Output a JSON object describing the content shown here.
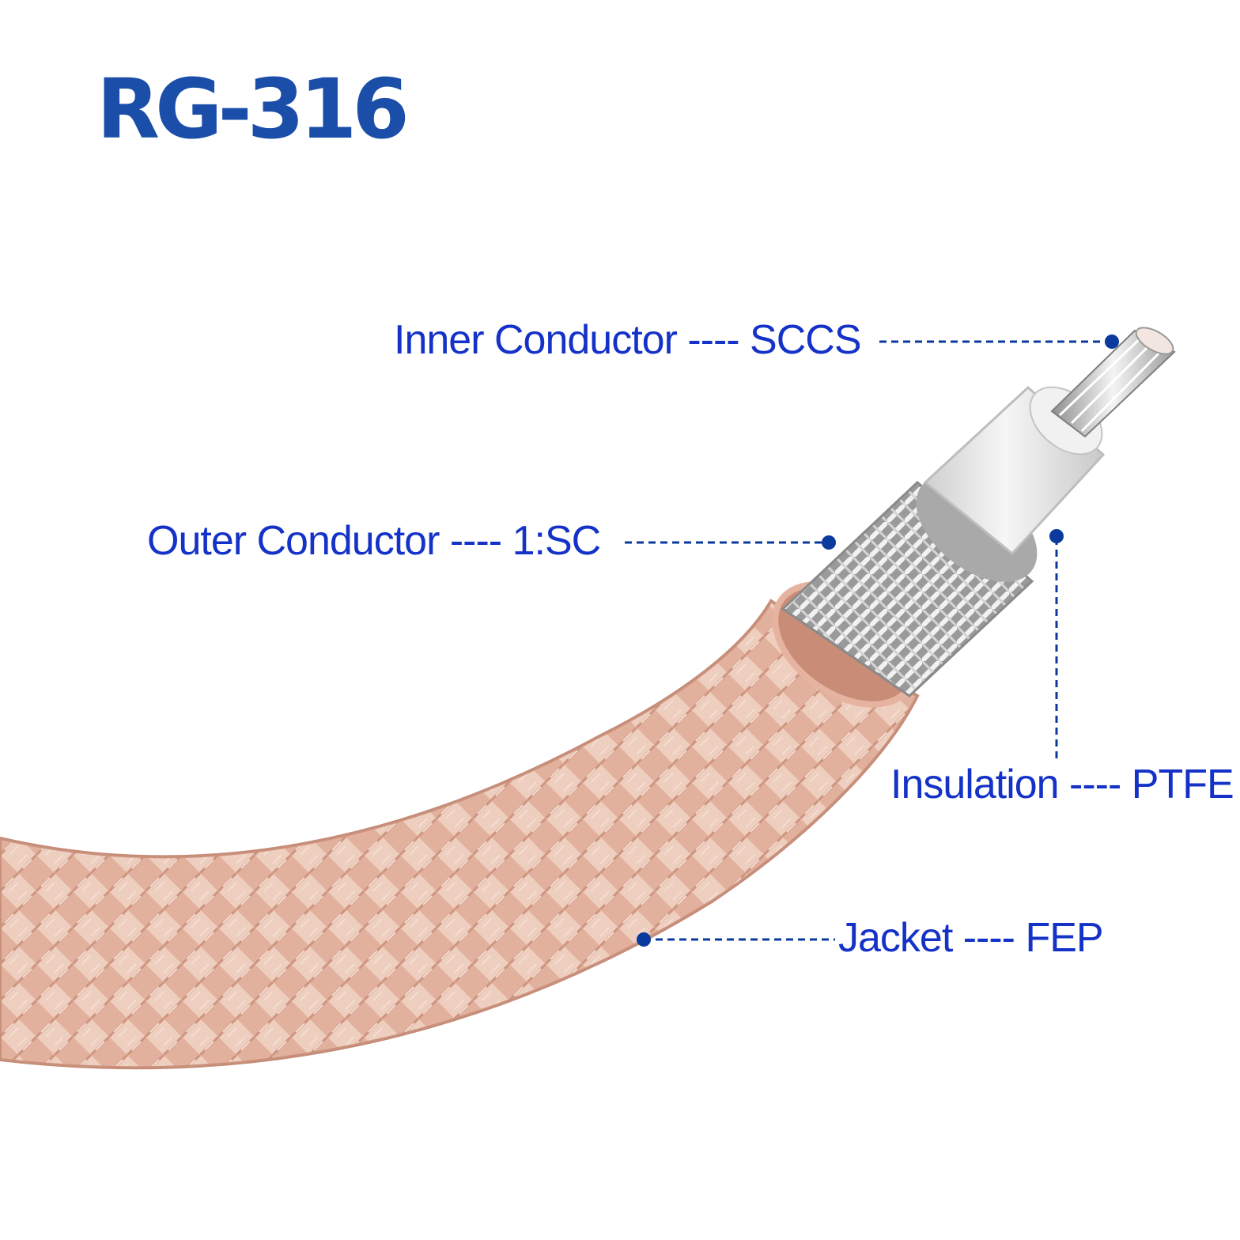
{
  "title": "RG-316",
  "colors": {
    "text_blue": "#1432c8",
    "title_blue": "#1a4ea8",
    "leader_blue": "#0b3a9e",
    "jacket_pink": "#d9a08c",
    "braid_copper": "#f1d2bf",
    "shield_silver": "#b8b8b8",
    "insulation_white": "#ecebea"
  },
  "labels": {
    "inner_conductor": "Inner Conductor ---- SCCS",
    "outer_conductor": "Outer Conductor ---- 1:SC",
    "insulation": "Insulation ---- PTFE",
    "jacket": "Jacket ---- FEP"
  }
}
